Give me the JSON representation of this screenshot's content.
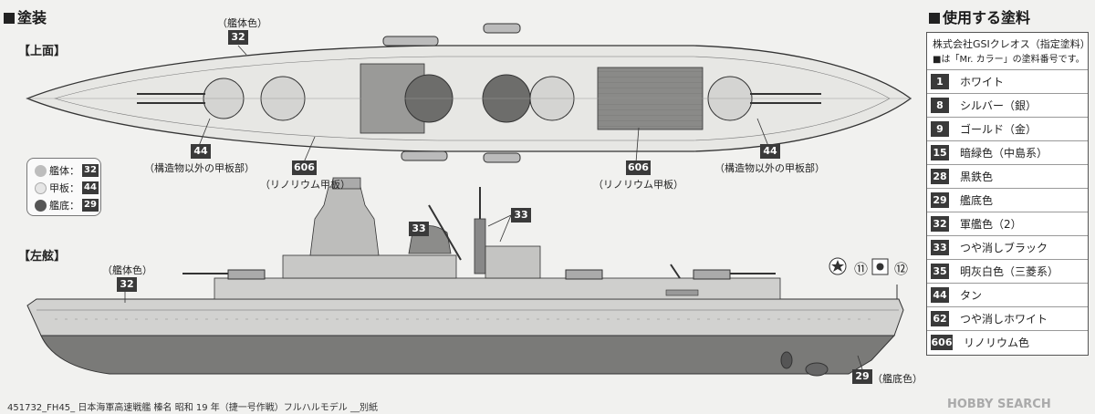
{
  "titles": {
    "painting": "塗装",
    "paints_used": "使用する塗料",
    "top_view": "【上面】",
    "port_side": "【左舷】"
  },
  "paint_maker": "株式会社GSIクレオス（指定塗料）",
  "paint_note": "■は「Mr. カラー」の塗料番号です。",
  "top_view_labels": {
    "hull_color_num": "32",
    "hull_color_text": "（艦体色）",
    "deck_left_num": "44",
    "deck_left_text": "（構造物以外の甲板部）",
    "deck_right_num": "44",
    "deck_right_text": "（構造物以外の甲板部）",
    "linoleum_left_num": "606",
    "linoleum_left_text": "（リノリウム甲板）",
    "linoleum_right_num": "606",
    "linoleum_right_text": "（リノリウム甲板）"
  },
  "legend": [
    {
      "label": "艦体：",
      "num": "32",
      "color": "#bdbdbd"
    },
    {
      "label": "甲板：",
      "num": "44",
      "color": "#e6e6e6"
    },
    {
      "label": "艦底：",
      "num": "29",
      "color": "#555555"
    }
  ],
  "side_view_labels": {
    "hull_color_text": "（艦体色）",
    "hull_color_num": "32",
    "funnel_num_a": "33",
    "funnel_num_b": "33",
    "bottom_num": "29",
    "bottom_text": "（艦底色）",
    "decal_11": "⑪",
    "decal_12": "⑫"
  },
  "paints": [
    {
      "num": "1",
      "name": "ホワイト"
    },
    {
      "num": "8",
      "name": "シルバー（銀）"
    },
    {
      "num": "9",
      "name": "ゴールド（金）"
    },
    {
      "num": "15",
      "name": "暗緑色（中島系）"
    },
    {
      "num": "28",
      "name": "黒鉄色"
    },
    {
      "num": "29",
      "name": "艦底色"
    },
    {
      "num": "32",
      "name": "軍艦色（2）"
    },
    {
      "num": "33",
      "name": "つや消しブラック"
    },
    {
      "num": "35",
      "name": "明灰白色（三菱系）"
    },
    {
      "num": "44",
      "name": "タン"
    },
    {
      "num": "62",
      "name": "つや消しホワイト"
    },
    {
      "num": "606",
      "name": "リノリウム色"
    }
  ],
  "footer": "451732_FH45_ 日本海軍高速戦艦 榛名 昭和 19 年（捷一号作戦）フルハルモデル __別紙",
  "watermark": "HOBBY SEARCH"
}
